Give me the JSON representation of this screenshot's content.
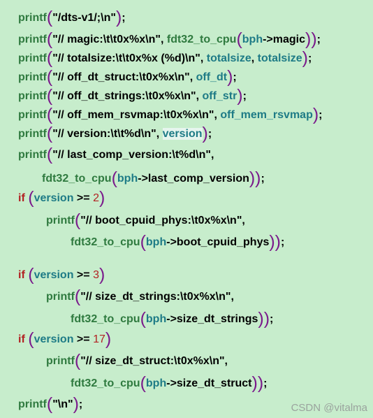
{
  "code_lines": [
    {
      "indent": 0,
      "tokens": [
        {
          "t": "printf",
          "c": "fn"
        },
        {
          "t": "(",
          "c": "paren"
        },
        {
          "t": "\"/dts-v1/;\\n\"",
          "c": "str"
        },
        {
          "t": ")",
          "c": "paren"
        },
        {
          "t": ";",
          "c": "punct"
        }
      ]
    },
    {
      "indent": 0,
      "tokens": [
        {
          "t": "printf",
          "c": "fn"
        },
        {
          "t": "(",
          "c": "paren"
        },
        {
          "t": "\"// magic:\\t\\t0x%x\\n\"",
          "c": "str"
        },
        {
          "t": ", ",
          "c": "punct"
        },
        {
          "t": "fdt32_to_cpu",
          "c": "fn"
        },
        {
          "t": "(",
          "c": "paren"
        },
        {
          "t": "bph",
          "c": "var"
        },
        {
          "t": "->magic",
          "c": "str"
        },
        {
          "t": "))",
          "c": "paren"
        },
        {
          "t": ";",
          "c": "punct"
        }
      ]
    },
    {
      "indent": 0,
      "tokens": [
        {
          "t": "printf",
          "c": "fn"
        },
        {
          "t": "(",
          "c": "paren"
        },
        {
          "t": "\"// totalsize:\\t\\t0x%x (%d)\\n\"",
          "c": "str"
        },
        {
          "t": ", ",
          "c": "punct"
        },
        {
          "t": "totalsize",
          "c": "var"
        },
        {
          "t": ", ",
          "c": "punct"
        },
        {
          "t": "totalsize",
          "c": "var"
        },
        {
          "t": ")",
          "c": "paren"
        },
        {
          "t": ";",
          "c": "punct"
        }
      ]
    },
    {
      "indent": 0,
      "tokens": [
        {
          "t": "printf",
          "c": "fn"
        },
        {
          "t": "(",
          "c": "paren"
        },
        {
          "t": "\"// off_dt_struct:\\t0x%x\\n\"",
          "c": "str"
        },
        {
          "t": ", ",
          "c": "punct"
        },
        {
          "t": "off_dt",
          "c": "var"
        },
        {
          "t": ")",
          "c": "paren"
        },
        {
          "t": ";",
          "c": "punct"
        }
      ]
    },
    {
      "indent": 0,
      "tokens": [
        {
          "t": "printf",
          "c": "fn"
        },
        {
          "t": "(",
          "c": "paren"
        },
        {
          "t": "\"// off_dt_strings:\\t0x%x\\n\"",
          "c": "str"
        },
        {
          "t": ", ",
          "c": "punct"
        },
        {
          "t": "off_str",
          "c": "var"
        },
        {
          "t": ")",
          "c": "paren"
        },
        {
          "t": ";",
          "c": "punct"
        }
      ]
    },
    {
      "indent": 0,
      "tokens": [
        {
          "t": "printf",
          "c": "fn"
        },
        {
          "t": "(",
          "c": "paren"
        },
        {
          "t": "\"// off_mem_rsvmap:\\t0x%x\\n\"",
          "c": "str"
        },
        {
          "t": ", ",
          "c": "punct"
        },
        {
          "t": "off_mem_rsvmap",
          "c": "var"
        },
        {
          "t": ")",
          "c": "paren"
        },
        {
          "t": ";",
          "c": "punct"
        }
      ]
    },
    {
      "indent": 0,
      "tokens": [
        {
          "t": "printf",
          "c": "fn"
        },
        {
          "t": "(",
          "c": "paren"
        },
        {
          "t": "\"// version:\\t\\t%d\\n\"",
          "c": "str"
        },
        {
          "t": ", ",
          "c": "punct"
        },
        {
          "t": "version",
          "c": "var hl"
        },
        {
          "t": ")",
          "c": "paren"
        },
        {
          "t": ";",
          "c": "punct"
        }
      ]
    },
    {
      "indent": 0,
      "tokens": [
        {
          "t": "printf",
          "c": "fn"
        },
        {
          "t": "(",
          "c": "paren"
        },
        {
          "t": "\"// last_comp_version:\\t%d\\n\"",
          "c": "str"
        },
        {
          "t": ",",
          "c": "punct"
        }
      ]
    },
    {
      "indent": 1,
      "tokens": [
        {
          "t": "fdt32_to_cpu",
          "c": "fn"
        },
        {
          "t": "(",
          "c": "paren"
        },
        {
          "t": "bph",
          "c": "var"
        },
        {
          "t": "->last_comp_version",
          "c": "str"
        },
        {
          "t": "))",
          "c": "paren"
        },
        {
          "t": ";",
          "c": "punct"
        }
      ]
    },
    {
      "indent": 0,
      "tokens": [
        {
          "t": "if",
          "c": "kw"
        },
        {
          "t": " ",
          "c": "punct"
        },
        {
          "t": "(",
          "c": "paren"
        },
        {
          "t": "version",
          "c": "var"
        },
        {
          "t": " >= ",
          "c": "op"
        },
        {
          "t": "2",
          "c": "num"
        },
        {
          "t": ")",
          "c": "paren"
        }
      ]
    },
    {
      "indent": 2,
      "tokens": [
        {
          "t": "printf",
          "c": "fn"
        },
        {
          "t": "(",
          "c": "paren"
        },
        {
          "t": "\"// boot_cpuid_phys:\\t0x%x\\n\"",
          "c": "str"
        },
        {
          "t": ",",
          "c": "punct"
        }
      ]
    },
    {
      "indent": 3,
      "tokens": [
        {
          "t": "fdt32_to_cpu",
          "c": "fn"
        },
        {
          "t": "(",
          "c": "paren"
        },
        {
          "t": "bph",
          "c": "var"
        },
        {
          "t": "->boot_cpuid_phys",
          "c": "str"
        },
        {
          "t": "))",
          "c": "paren"
        },
        {
          "t": ";",
          "c": "punct"
        }
      ]
    },
    {
      "indent": 0,
      "tokens": [
        {
          "t": "if",
          "c": "kw"
        },
        {
          "t": " ",
          "c": "punct"
        },
        {
          "t": "(",
          "c": "paren"
        },
        {
          "t": "version",
          "c": "var"
        },
        {
          "t": " >= ",
          "c": "op"
        },
        {
          "t": "3",
          "c": "num"
        },
        {
          "t": ")",
          "c": "paren"
        }
      ]
    },
    {
      "indent": 2,
      "tokens": [
        {
          "t": "printf",
          "c": "fn"
        },
        {
          "t": "(",
          "c": "paren"
        },
        {
          "t": "\"// size_dt_strings:\\t0x%x\\n\"",
          "c": "str"
        },
        {
          "t": ",",
          "c": "punct"
        }
      ]
    },
    {
      "indent": 3,
      "tokens": [
        {
          "t": "fdt32_to_cpu",
          "c": "fn"
        },
        {
          "t": "(",
          "c": "paren"
        },
        {
          "t": "bph",
          "c": "var"
        },
        {
          "t": "->size_dt_strings",
          "c": "str"
        },
        {
          "t": "))",
          "c": "paren"
        },
        {
          "t": ";",
          "c": "punct"
        }
      ]
    },
    {
      "indent": 0,
      "tokens": [
        {
          "t": "if",
          "c": "kw"
        },
        {
          "t": " ",
          "c": "punct"
        },
        {
          "t": "(",
          "c": "paren"
        },
        {
          "t": "version",
          "c": "var"
        },
        {
          "t": " >= ",
          "c": "op"
        },
        {
          "t": "17",
          "c": "num"
        },
        {
          "t": ")",
          "c": "paren"
        }
      ]
    },
    {
      "indent": 2,
      "tokens": [
        {
          "t": "printf",
          "c": "fn"
        },
        {
          "t": "(",
          "c": "paren"
        },
        {
          "t": "\"// size_dt_struct:\\t0x%x\\n\"",
          "c": "str"
        },
        {
          "t": ",",
          "c": "punct"
        }
      ]
    },
    {
      "indent": 3,
      "tokens": [
        {
          "t": "fdt32_to_cpu",
          "c": "fn"
        },
        {
          "t": "(",
          "c": "paren"
        },
        {
          "t": "bph",
          "c": "var"
        },
        {
          "t": "->size_dt_struct",
          "c": "str"
        },
        {
          "t": "))",
          "c": "paren"
        },
        {
          "t": ";",
          "c": "punct"
        }
      ]
    },
    {
      "indent": 0,
      "tokens": [
        {
          "t": "printf",
          "c": "fn"
        },
        {
          "t": "(",
          "c": "paren"
        },
        {
          "t": "\"\\n\"",
          "c": "str"
        },
        {
          "t": ")",
          "c": "paren"
        },
        {
          "t": ";",
          "c": "punct"
        }
      ]
    }
  ],
  "watermark": "CSDN @vitalma",
  "colors": {
    "background": "#c7edcc",
    "function": "#2f7a3f",
    "keyword": "#b22222",
    "variable": "#1e7b86",
    "paren": "#7a1a8b",
    "string": "#000000",
    "highlight": "#e6f5ee"
  }
}
